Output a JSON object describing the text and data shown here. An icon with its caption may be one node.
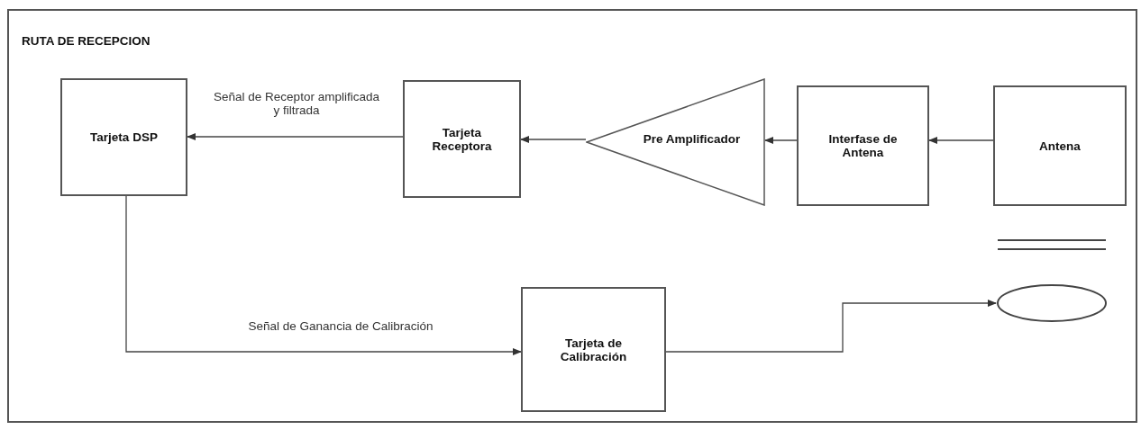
{
  "diagram": {
    "title": "RUTA DE RECEPCION",
    "nodes": [
      {
        "text": [
          "Tarjeta DSP"
        ]
      },
      {
        "text": [
          "Tarjeta Receptora"
        ]
      },
      {
        "text": [
          "Pre Amplificador"
        ]
      },
      {
        "text": [
          "Interfase de Antena"
        ]
      },
      {
        "text": [
          "Antena"
        ]
      },
      {
        "text": [
          "Tarjeta de Calibración"
        ]
      },
      {
        "text": [],
        "shape": "ellipse"
      }
    ],
    "edges": [
      {
        "from": 4,
        "to": 3,
        "arrow": "to"
      },
      {
        "from": 3,
        "to": 2,
        "arrow": "to"
      },
      {
        "from": 2,
        "to": 1,
        "arrow": "to"
      },
      {
        "from": 1,
        "to": 0,
        "arrow": "to",
        "label": "Señal de Receptor amplificada y filtrada"
      },
      {
        "from": 0,
        "to": 5,
        "arrow": "to",
        "label": "Señal de Ganancia de Calibración"
      },
      {
        "from": 5,
        "to": 6,
        "arrow": "to"
      }
    ]
  }
}
